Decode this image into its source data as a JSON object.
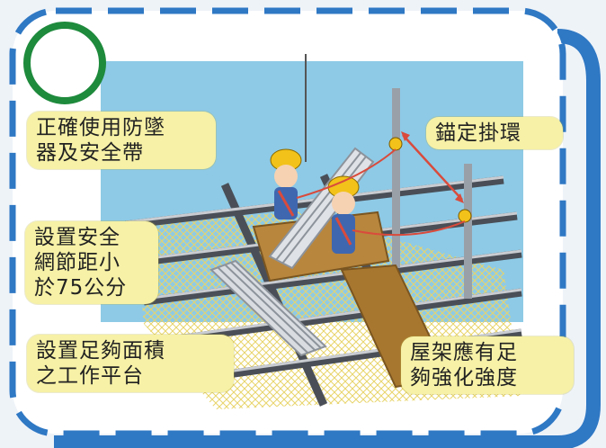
{
  "labels": {
    "equipment": "正確使用防墜\n器及安全帶",
    "net": "設置安全\n網節距小\n於75公分",
    "platform": "設置足夠面積\n之工作平台",
    "anchor": "錨定掛環",
    "truss": "屋架應有足\n夠強化強度"
  },
  "colors": {
    "frame_blue": "#2f78c4",
    "sky_blue": "#8ecae6",
    "label_yellow": "#f6f1a6",
    "circle_green": "#1e8a3c",
    "helmet_yellow": "#f2c21a",
    "lanyard_red": "#d94b3c"
  },
  "icons": [
    "green-circle-icon"
  ]
}
